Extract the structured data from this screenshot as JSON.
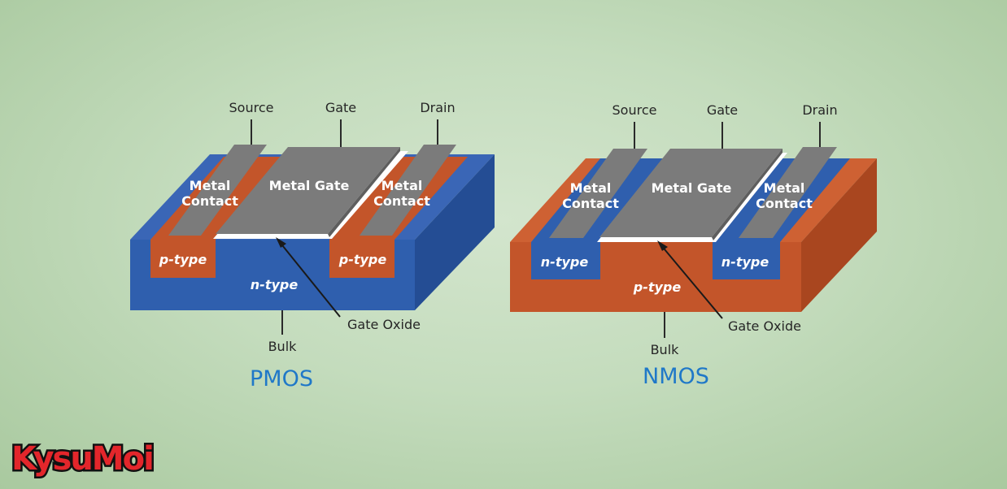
{
  "pmos": {
    "title": "PMOS",
    "terminals": {
      "source": "Source",
      "gate": "Gate",
      "drain": "Drain",
      "bulk": "Bulk"
    },
    "gate_label": "Metal Gate",
    "contact_line1": "Metal",
    "contact_line2": "Contact",
    "well_label": "p-type",
    "substrate_label": "n-type",
    "oxide_label": "Gate Oxide"
  },
  "nmos": {
    "title": "NMOS",
    "terminals": {
      "source": "Source",
      "gate": "Gate",
      "drain": "Drain",
      "bulk": "Bulk"
    },
    "gate_label": "Metal Gate",
    "contact_line1": "Metal",
    "contact_line2": "Contact",
    "well_label": "n-type",
    "substrate_label": "p-type",
    "oxide_label": "Gate Oxide"
  },
  "logo": {
    "text": "KysuMoi"
  },
  "colors": {
    "n_type": "#2f5fae",
    "p_type": "#c3552a",
    "metal": "#7b7b7b",
    "title": "#1f78c8"
  }
}
